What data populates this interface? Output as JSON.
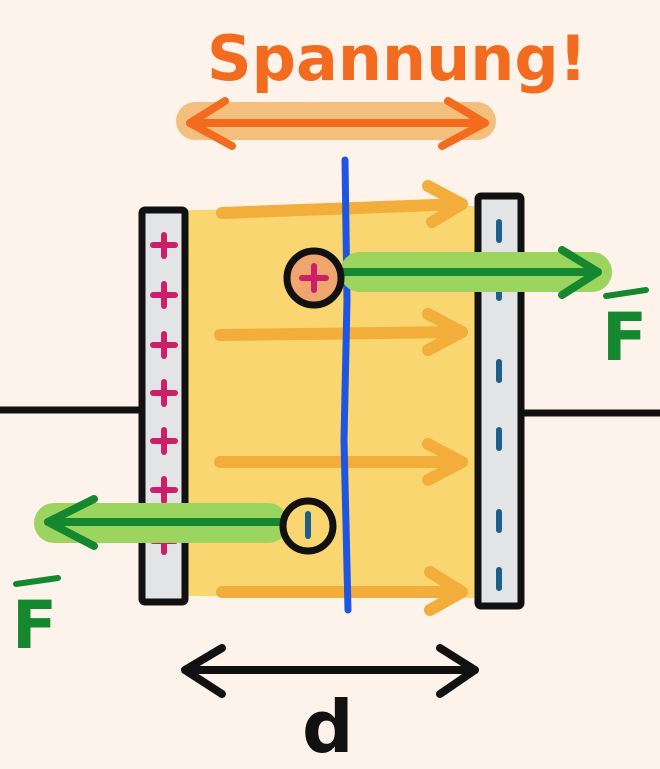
{
  "colors": {
    "background": "#fdf3ea",
    "field": "#f9d66f",
    "field_arrow": "#f3ad3a",
    "plate": "#e3e4e6",
    "outline": "#111111",
    "plus": "#cc1f6a",
    "minus": "#1c5e8c",
    "voltage": "#f26b1f",
    "voltage_highlight": "#f2c07c",
    "force": "#14872f",
    "force_highlight": "#9bd45f",
    "line_blue": "#1f55e0",
    "positive_charge_fill": "#f0a56e"
  },
  "labels": {
    "voltage": "Spannung!",
    "force_right": "F",
    "force_left": "F",
    "distance": "d"
  },
  "icons": {
    "positive_charge": "plus-icon",
    "negative_charge": "minus-icon"
  }
}
